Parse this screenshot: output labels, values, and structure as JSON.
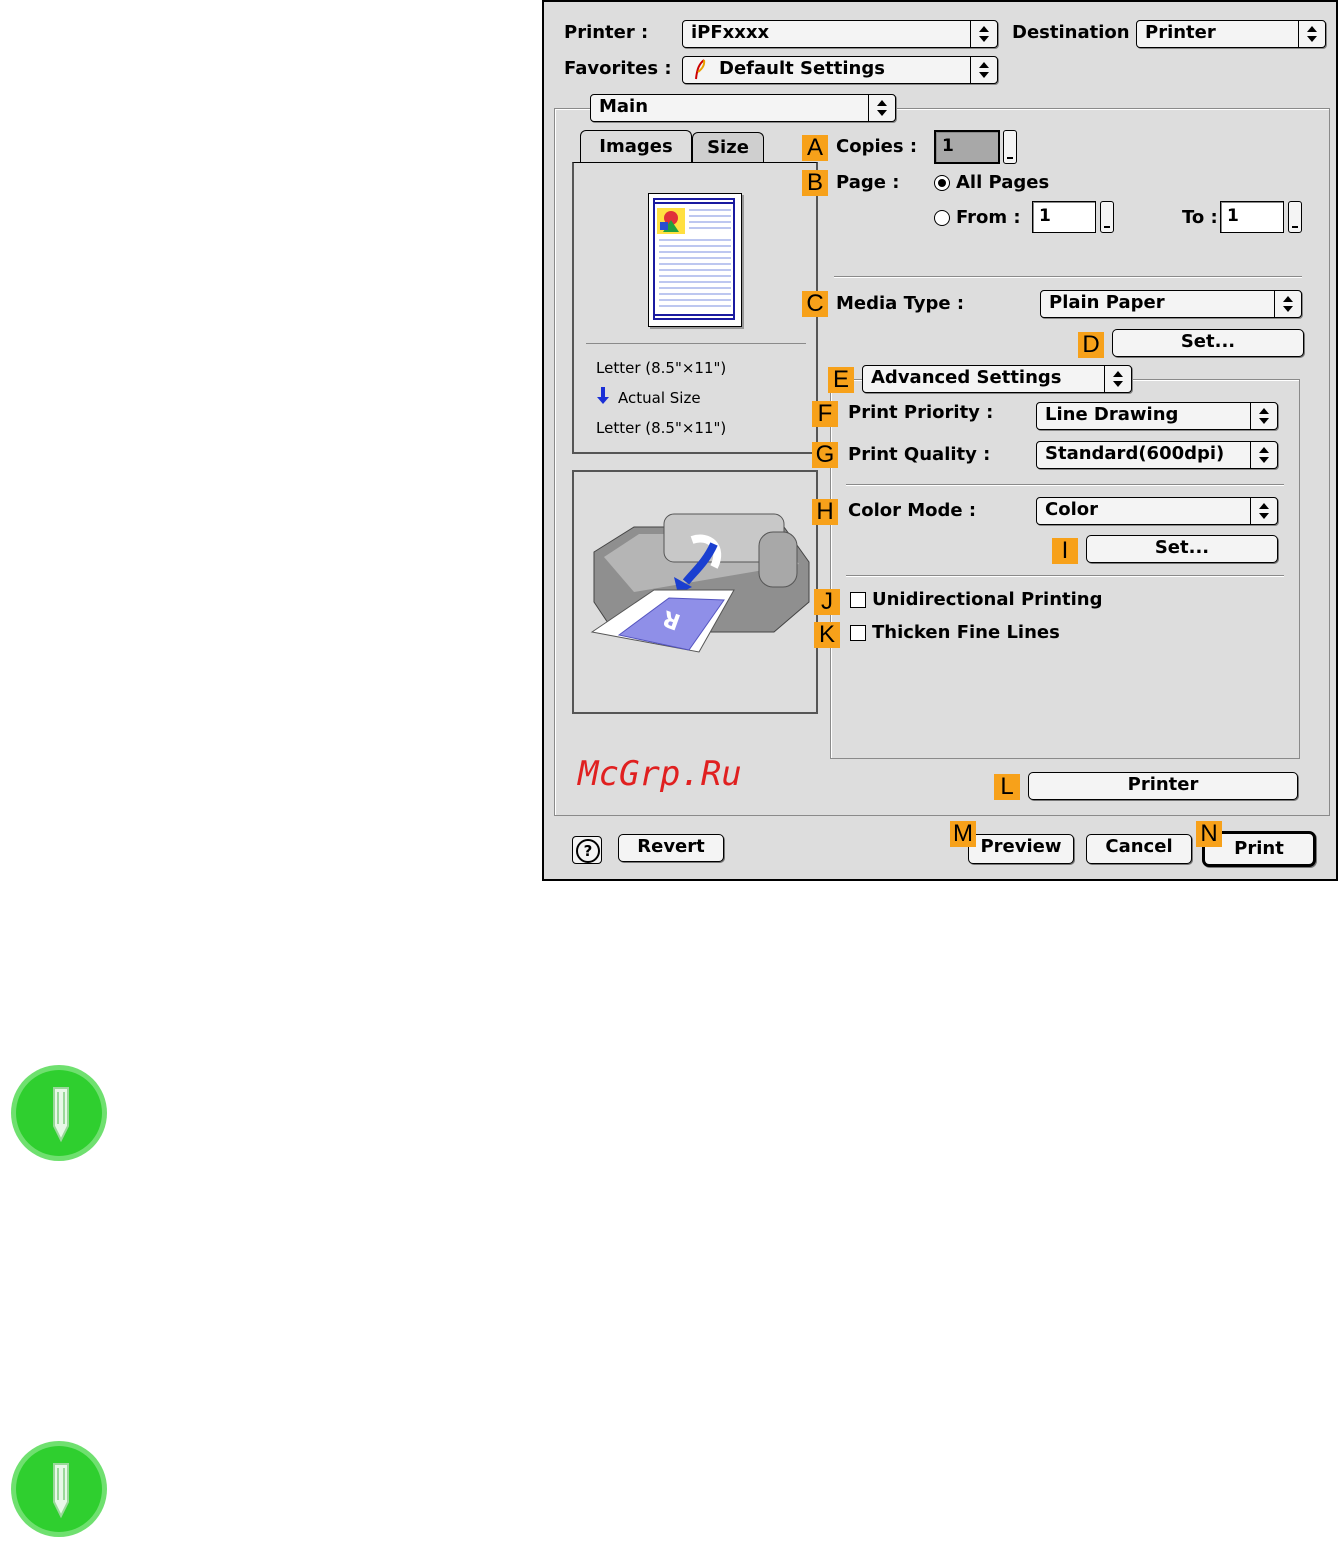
{
  "dialog": {
    "printer": {
      "label": "Printer :",
      "value": "iPFxxxx"
    },
    "destination": {
      "label": "Destination :",
      "value": "Printer"
    },
    "favorites": {
      "label": "Favorites :",
      "value": "Default Settings"
    },
    "section": "Main",
    "tabs": [
      {
        "label": "Images"
      },
      {
        "label": "Size"
      }
    ],
    "preview": {
      "paper_in": "Letter (8.5\"×11\")",
      "scale": "Actual Size",
      "paper_out": "Letter (8.5\"×11\")"
    },
    "copies": {
      "badge": "A",
      "label": "Copies :",
      "value": "1"
    },
    "page": {
      "badge": "B",
      "label": "Page :",
      "all_pages": "All Pages",
      "from_label": "From :",
      "from_value": "1",
      "to_label": "To :",
      "to_value": "1",
      "selected": "All Pages"
    },
    "media_type": {
      "badge": "C",
      "label": "Media Type :",
      "value": "Plain Paper"
    },
    "media_set": {
      "badge": "D",
      "label": "Set..."
    },
    "advanced": {
      "badge": "E",
      "value": "Advanced Settings"
    },
    "print_priority": {
      "badge": "F",
      "label": "Print Priority :",
      "value": "Line Drawing"
    },
    "print_quality": {
      "badge": "G",
      "label": "Print Quality :",
      "value": "Standard(600dpi)"
    },
    "color_mode": {
      "badge": "H",
      "label": "Color Mode :",
      "value": "Color"
    },
    "color_set": {
      "badge": "I",
      "label": "Set..."
    },
    "unidirectional": {
      "badge": "J",
      "label": "Unidirectional Printing",
      "checked": false
    },
    "thicken": {
      "badge": "K",
      "label": "Thicken Fine Lines",
      "checked": false
    },
    "printer_button": {
      "badge": "L",
      "label": "Printer"
    },
    "watermark": "McGrp.Ru",
    "footer": {
      "help": "?",
      "revert": "Revert",
      "preview": {
        "badge": "M",
        "label": "Preview"
      },
      "cancel": "Cancel",
      "print": {
        "badge": "N",
        "label": "Print"
      }
    }
  },
  "colors": {
    "badge": "#f7a11a",
    "dialog_bg": "#dddddd",
    "note_icon": "#2fcf2f",
    "watermark": "#e02020"
  },
  "icons": [
    "updown-arrows-icon",
    "feather-icon",
    "down-arrow-icon",
    "printer-illustration",
    "note-pencil-icon",
    "help-icon"
  ]
}
